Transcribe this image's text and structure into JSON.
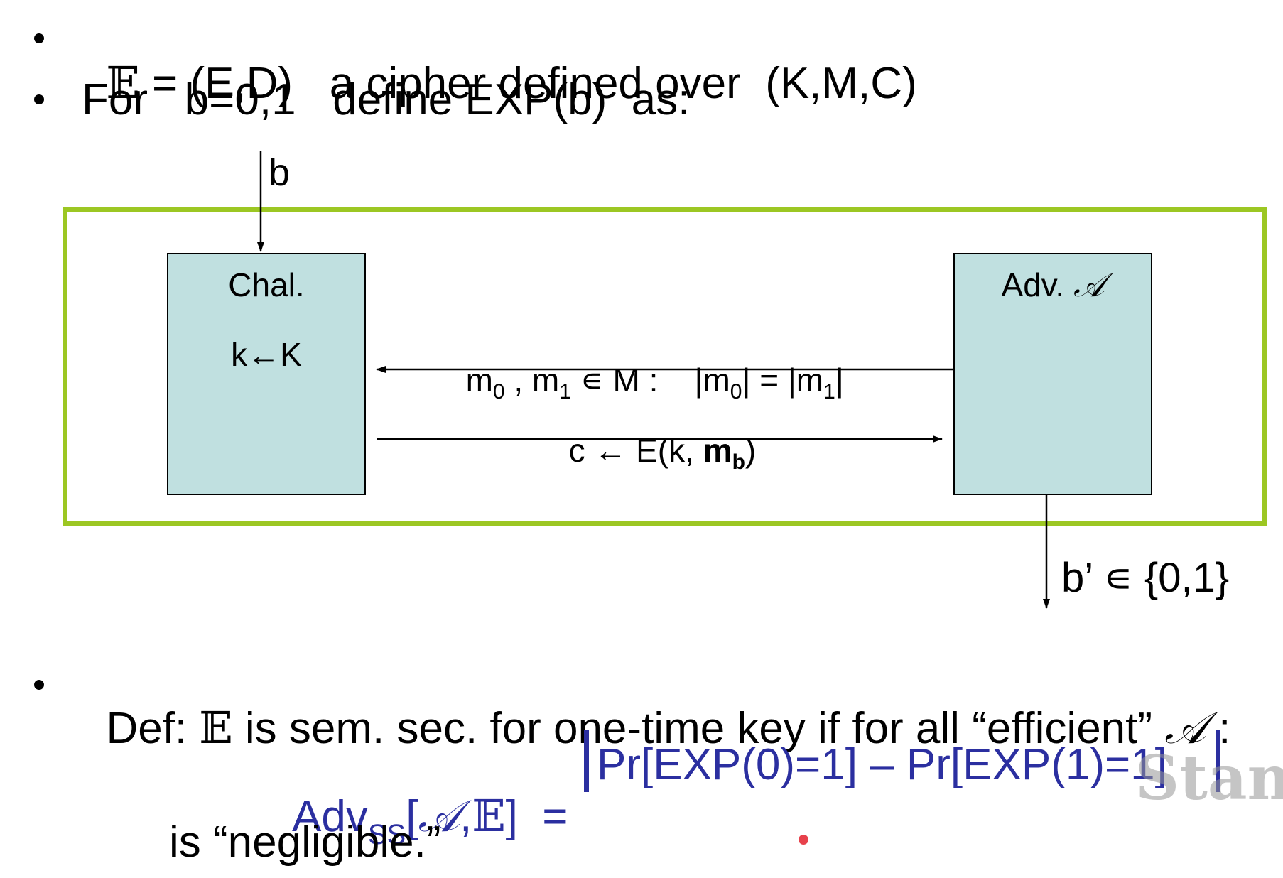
{
  "bullets": {
    "line1": {
      "E": "𝔼",
      "rest": " = (E,D)   a cipher defined over  (K,M,C)"
    },
    "line2": "For   b=0,1   define EXP(b)  as:"
  },
  "diagram": {
    "b_label": "b",
    "challenger": {
      "title": "Chal.",
      "key_sample": "k←K"
    },
    "adversary": {
      "title": "Adv. ",
      "script_A": "𝒜"
    },
    "message_query": {
      "m": "m",
      "sub0": "0",
      "sep": " , m",
      "sub1": "1",
      "in_M": " ∊ M :    |m",
      "sub0b": "0",
      "eq": "| = |m",
      "sub1b": "1",
      "end": "|"
    },
    "ciphertext": {
      "prefix": "c ← E(k, ",
      "mb": "m",
      "mb_sub": "b",
      "suffix": ")"
    },
    "output": "b’ ∊ {0,1}",
    "frame_color": "#9cc723",
    "box_color": "#c0e0e0"
  },
  "definition": {
    "prefix": "Def: ",
    "E": "𝔼",
    "middle": " is sem. sec. for one-time key if for all “efficient” ",
    "script_A": "𝒜",
    "suffix": " :"
  },
  "formula": {
    "adv": "Adv",
    "sub": "SS",
    "args_open": "[",
    "script_A": "𝒜",
    "comma": ",",
    "E": "𝔼",
    "args_close": "]",
    "equals": "  =  ",
    "body": "Pr[EXP(0)=1] – Pr[EXP(1)=1]",
    "color": "#2b2fa0"
  },
  "conclusion": "is “negligible.”",
  "watermark": "Stanf"
}
